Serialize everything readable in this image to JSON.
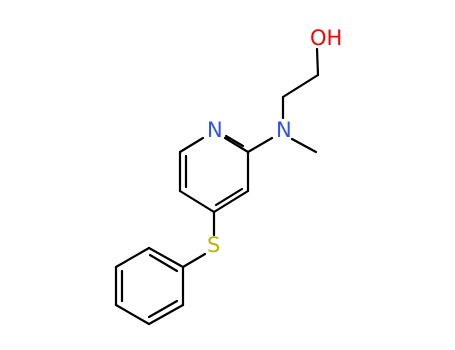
{
  "molecule": {
    "atoms": {
      "oxygen": {
        "symbol": "OH",
        "color": "#ff0000"
      },
      "nitrogen_amine": {
        "symbol": "N",
        "color": "#3050f8"
      },
      "nitrogen_ring": {
        "symbol": "N",
        "color": "#3050f8"
      },
      "sulfur": {
        "symbol": "S",
        "color": "#b9b900"
      }
    },
    "bond_color": "#000000"
  }
}
